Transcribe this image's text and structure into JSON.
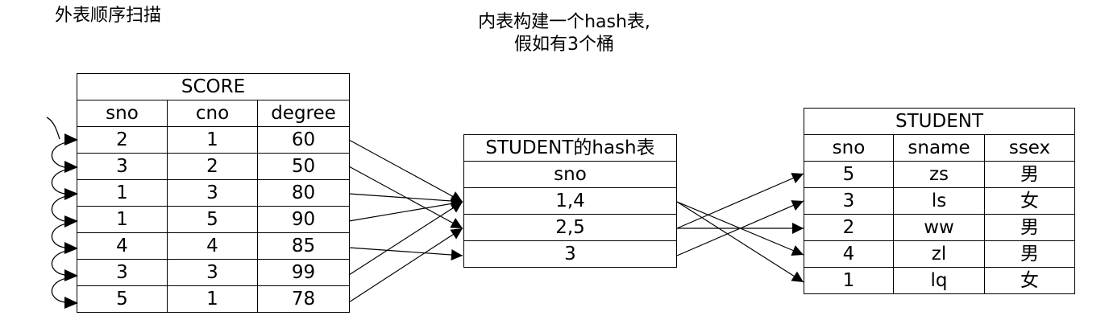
{
  "outer_caption": "外表顺序扫描",
  "inner_caption": [
    "内表构建一个hash表,",
    "假如有3个桶"
  ],
  "score": {
    "title": "SCORE",
    "columns": [
      "sno",
      "cno",
      "degree"
    ],
    "rows": [
      [
        "2",
        "1",
        "60"
      ],
      [
        "3",
        "2",
        "50"
      ],
      [
        "1",
        "3",
        "80"
      ],
      [
        "1",
        "5",
        "90"
      ],
      [
        "4",
        "4",
        "85"
      ],
      [
        "3",
        "3",
        "99"
      ],
      [
        "5",
        "1",
        "78"
      ]
    ]
  },
  "hash": {
    "title": "STUDENT的hash表",
    "column": "sno",
    "buckets": [
      "1,4",
      "2,5",
      "3"
    ]
  },
  "student": {
    "title": "STUDENT",
    "columns": [
      "sno",
      "sname",
      "ssex"
    ],
    "rows": [
      [
        "5",
        "zs",
        "男"
      ],
      [
        "3",
        "ls",
        "女"
      ],
      [
        "2",
        "ww",
        "男"
      ],
      [
        "4",
        "zl",
        "男"
      ],
      [
        "1",
        "lq",
        "女"
      ]
    ]
  }
}
